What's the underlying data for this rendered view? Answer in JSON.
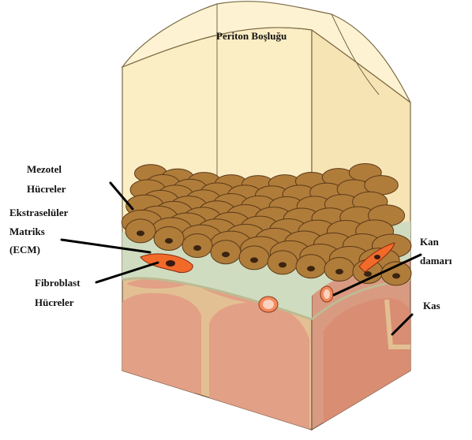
{
  "labels": {
    "cavity": "Periton Boşluğu",
    "mesothelial_1": "Mezotel",
    "mesothelial_2": "Hücreler",
    "ecm_1": "Ekstraselüler",
    "ecm_2": "Matriks",
    "ecm_3": "(ECM)",
    "fibroblast_1": "Fibroblast",
    "fibroblast_2": "Hücreler",
    "vessel_1": "Kan",
    "vessel_2": "damarı",
    "muscle": "Kas"
  },
  "colors": {
    "cavity_fill": "#fbedc4",
    "cell_fill": "#b07c3a",
    "cell_nucleus": "#3a2410",
    "ecm_fill": "#cfdcc0",
    "muscle_fill": "#e2a086",
    "muscle_septa": "#e3c093",
    "fibroblast_fill": "#f26a2a",
    "vessel_fill": "#f8b9a8"
  }
}
